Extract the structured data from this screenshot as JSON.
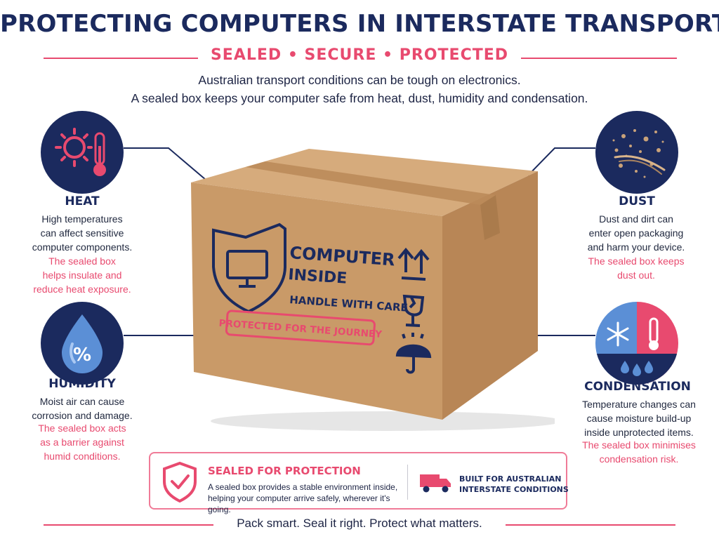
{
  "title": "PROTECTING COMPUTERS IN INTERSTATE TRANSPORT",
  "subtitle": "SEALED • SECURE • PROTECTED",
  "intro": {
    "line1": "Australian transport conditions can be tough on electronics.",
    "line2": "A sealed box keeps your computer safe from heat, dust, humidity and condensation."
  },
  "heat": {
    "icon": "sun-thermometer-icon",
    "title": "HEAT",
    "text": [
      "High temperatures",
      "can affect sensitive",
      "computer components."
    ],
    "benefit": [
      "The sealed box",
      "helps insulate and",
      "reduce heat exposure."
    ]
  },
  "humidity": {
    "icon": "water-drop-percent-icon",
    "title": "HUMIDITY",
    "glyph": "%",
    "text": [
      "Moist air can cause",
      "corrosion and damage."
    ],
    "benefit": [
      "The sealed box acts",
      "as a barrier against",
      "humid conditions."
    ]
  },
  "dust": {
    "icon": "dust-particles-icon",
    "title": "DUST",
    "text": [
      "Dust and dirt can",
      "enter open packaging",
      "and harm your device."
    ],
    "benefit": [
      "The sealed box keeps",
      "dust out."
    ]
  },
  "condensation": {
    "icon": "snowflake-thermometer-droplets-icon",
    "title": "CONDENSATION",
    "text": [
      "Temperature changes can",
      "cause moisture build-up",
      "inside unprotected items."
    ],
    "benefit": [
      "The sealed box minimises",
      "condensation risk."
    ]
  },
  "box": {
    "label_line1": "COMPUTER",
    "label_line2": "INSIDE",
    "handle": "HANDLE WITH CARE",
    "stamp": "PROTECTED FOR THE JOURNEY",
    "icons": [
      "shield-monitor-icon",
      "this-way-up-icon",
      "fragile-glass-icon",
      "keep-dry-umbrella-icon"
    ]
  },
  "banner": {
    "title": "SEALED FOR PROTECTION",
    "text_line1": "A sealed box provides a stable environment inside,",
    "text_line2": "helping your computer arrive safely, wherever it's going.",
    "right_line1": "BUILT FOR AUSTRALIAN",
    "right_line2": "INTERSTATE CONDITIONS",
    "icons": [
      "shield-check-icon",
      "truck-icon"
    ]
  },
  "footer": "Pack smart. Seal it right. Protect what matters.",
  "colors": {
    "navy": "#1b2a5e",
    "pink": "#e84a6f",
    "cardboard": "#c99a68",
    "light_blue": "#5b8fd6"
  }
}
